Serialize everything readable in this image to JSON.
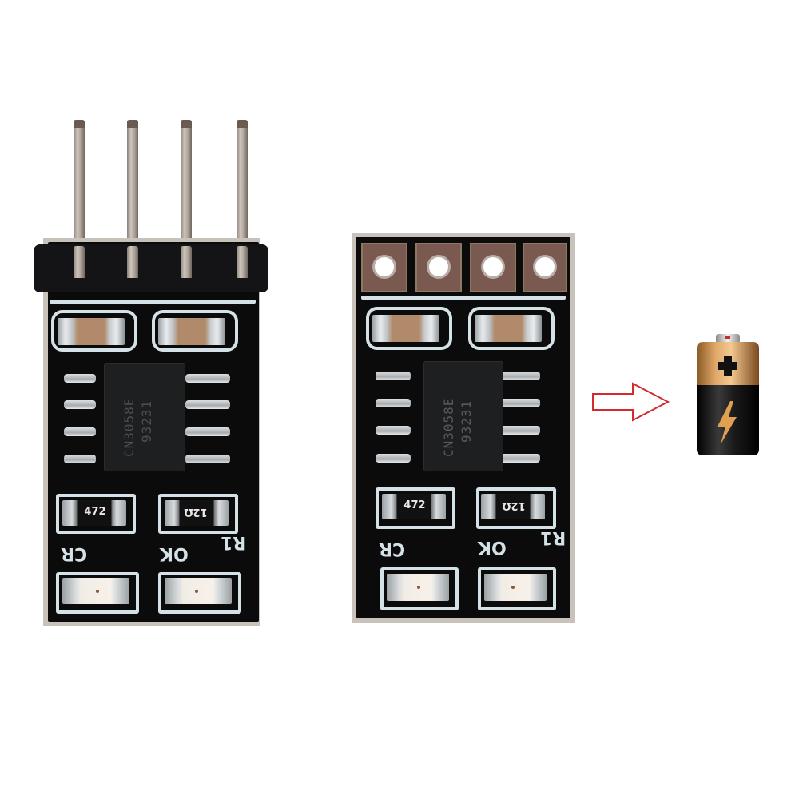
{
  "scene": {
    "description": "Product photo of two CN3058E charger modules (one with 4-pin male header, one with bare pads) and an arrow pointing to a battery icon",
    "background_color": "#ffffff"
  },
  "module_left": {
    "variant": "with-pin-header",
    "pin_count": 4,
    "ic_marking_line1": "CN3058E",
    "ic_marking_line2": "93231",
    "resistor_left_label": "472",
    "resistor_right_label": "12Ω",
    "silk_cr": "CR",
    "silk_ok": "OK",
    "silk_r1": "R1"
  },
  "module_right": {
    "variant": "bare-pads",
    "pad_count": 4,
    "ic_marking_line1": "CN3058E",
    "ic_marking_line2": "93231",
    "resistor_left_label": "472",
    "resistor_right_label": "12Ω",
    "silk_cr": "CR",
    "silk_ok": "OK",
    "silk_r1": "R1"
  },
  "arrow": {
    "direction": "right",
    "color": "#d42a2a"
  },
  "battery": {
    "icon": "battery-charging-icon",
    "top_color": "#c8894a",
    "bottom_color": "#111111",
    "plus_symbol": "+",
    "bolt_color": "#e0a050"
  }
}
